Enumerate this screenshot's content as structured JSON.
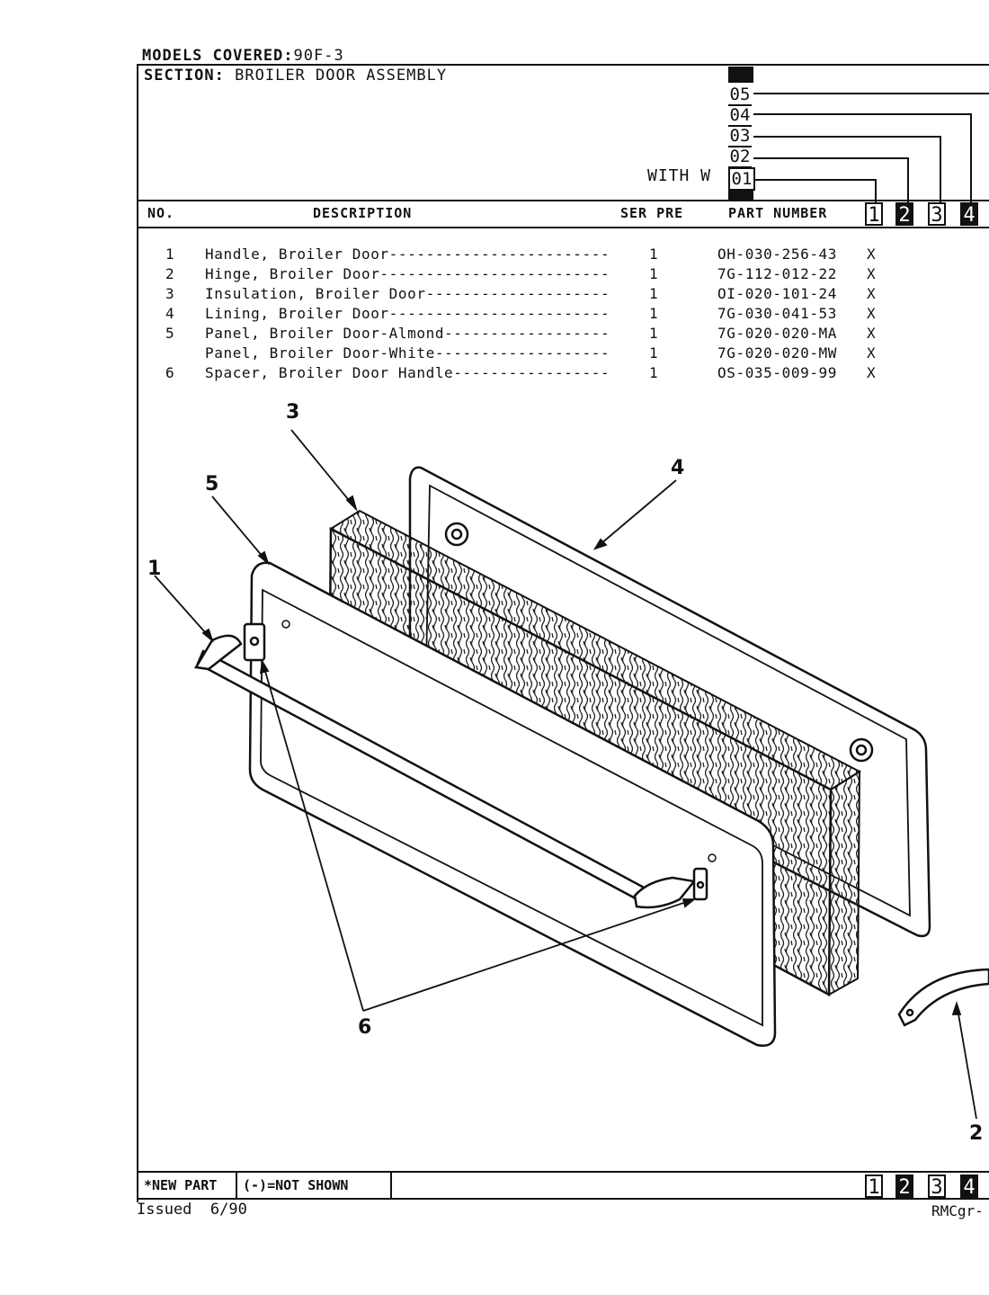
{
  "header": {
    "models_label": "MODELS COVERED:",
    "models_value": "90F-3",
    "section_label": "SECTION:",
    "section_value": "BROILER DOOR ASSEMBLY",
    "with_label": "WITH W",
    "codes": [
      "05",
      "04",
      "03",
      "02",
      "01"
    ]
  },
  "table": {
    "headers": {
      "no": "NO.",
      "description": "DESCRIPTION",
      "ser_pre": "SER PRE",
      "part_number": "PART NUMBER"
    },
    "column_numbers": [
      "1",
      "2",
      "3",
      "4"
    ],
    "rows": [
      {
        "no": "1",
        "description": "Handle, Broiler Door------------------------",
        "qty": "1",
        "part": "OH-030-256-43",
        "mark": "X"
      },
      {
        "no": "2",
        "description": "Hinge, Broiler Door-------------------------",
        "qty": "1",
        "part": "7G-112-012-22",
        "mark": "X"
      },
      {
        "no": "3",
        "description": "Insulation, Broiler Door--------------------",
        "qty": "1",
        "part": "OI-020-101-24",
        "mark": "X"
      },
      {
        "no": "4",
        "description": "Lining, Broiler Door------------------------",
        "qty": "1",
        "part": "7G-030-041-53",
        "mark": "X"
      },
      {
        "no": "5",
        "description": "Panel, Broiler Door-Almond------------------",
        "qty": "1",
        "part": "7G-020-020-MA",
        "mark": "X"
      },
      {
        "no": "",
        "description": "Panel, Broiler Door-White-------------------",
        "qty": "1",
        "part": "7G-020-020-MW",
        "mark": "X"
      },
      {
        "no": "6",
        "description": "Spacer, Broiler Door Handle-----------------",
        "qty": "1",
        "part": "OS-035-009-99",
        "mark": "X"
      }
    ]
  },
  "diagram": {
    "callouts": [
      "1",
      "2",
      "3",
      "4",
      "5",
      "6"
    ]
  },
  "footer": {
    "new_part": "*NEW PART",
    "not_shown": "(-)=NOT SHOWN",
    "column_numbers": [
      "1",
      "2",
      "3",
      "4"
    ],
    "issued": "Issued  6/90",
    "code": "RMCgr-"
  }
}
